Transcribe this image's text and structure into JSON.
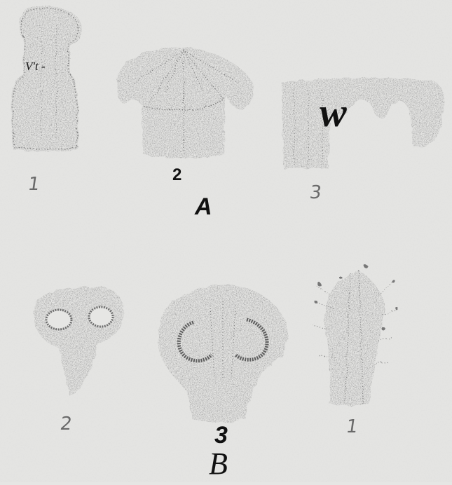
{
  "plate": {
    "background": "#e6e6e4",
    "stipple_color": "#8f8f8f",
    "stipple_dark": "#6e6e6e"
  },
  "row_A": {
    "group_label": "A",
    "items": [
      {
        "number": "1",
        "depiction": "elongated cell with knob-like apex"
      },
      {
        "number": "2",
        "depiction": "mushroom-shaped section with radiating fibers"
      },
      {
        "number": "3",
        "depiction": "block with lobed upper edge"
      }
    ],
    "overlay_w": "w",
    "overlay_vt": "V't -"
  },
  "row_B": {
    "group_label": "B",
    "items": [
      {
        "number": "2",
        "depiction": "small section with two ring-shaped cavities"
      },
      {
        "number": "3",
        "depiction": "large rounded section with two ring-shaped cavities"
      },
      {
        "number": "1",
        "depiction": "branching fibrous form"
      }
    ]
  }
}
